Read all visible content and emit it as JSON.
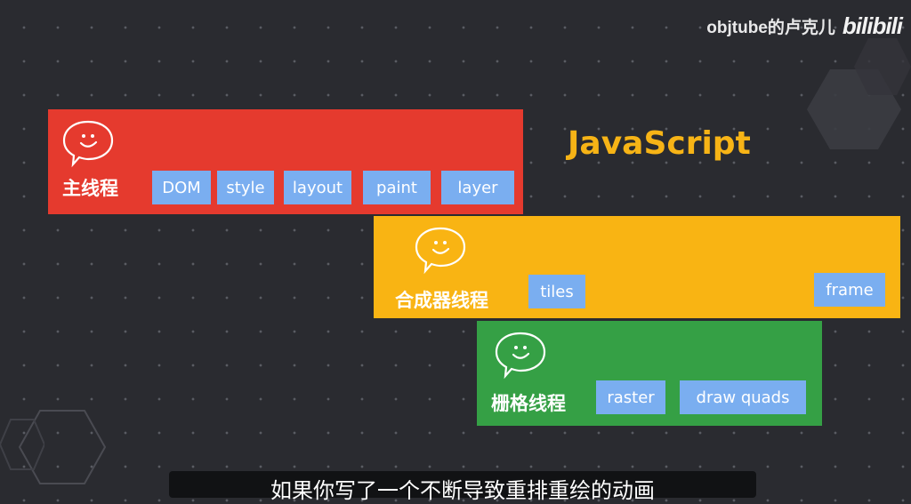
{
  "watermark": {
    "channel": "objtube的卢克儿",
    "logo": "bilibili"
  },
  "javascript_label": "JavaScript",
  "main_thread": {
    "label": "主线程",
    "chips": [
      "DOM",
      "style",
      "layout",
      "paint",
      "layer"
    ]
  },
  "compositor_thread": {
    "label": "合成器线程",
    "chips": [
      "tiles",
      "frame"
    ]
  },
  "raster_thread": {
    "label": "栅格线程",
    "chips": [
      "raster",
      "draw quads"
    ]
  },
  "subtitle": "如果你写了一个不断导致重排重绘的动画",
  "colors": {
    "background": "#2a2b30",
    "main_thread": "#e53a2e",
    "compositor_thread": "#f9b413",
    "raster_thread": "#35a045",
    "chip": "#7aaef0",
    "javascript": "#f7b416"
  },
  "icons": [
    "hexagon-decoration",
    "smiley-speech-bubble-icon"
  ]
}
